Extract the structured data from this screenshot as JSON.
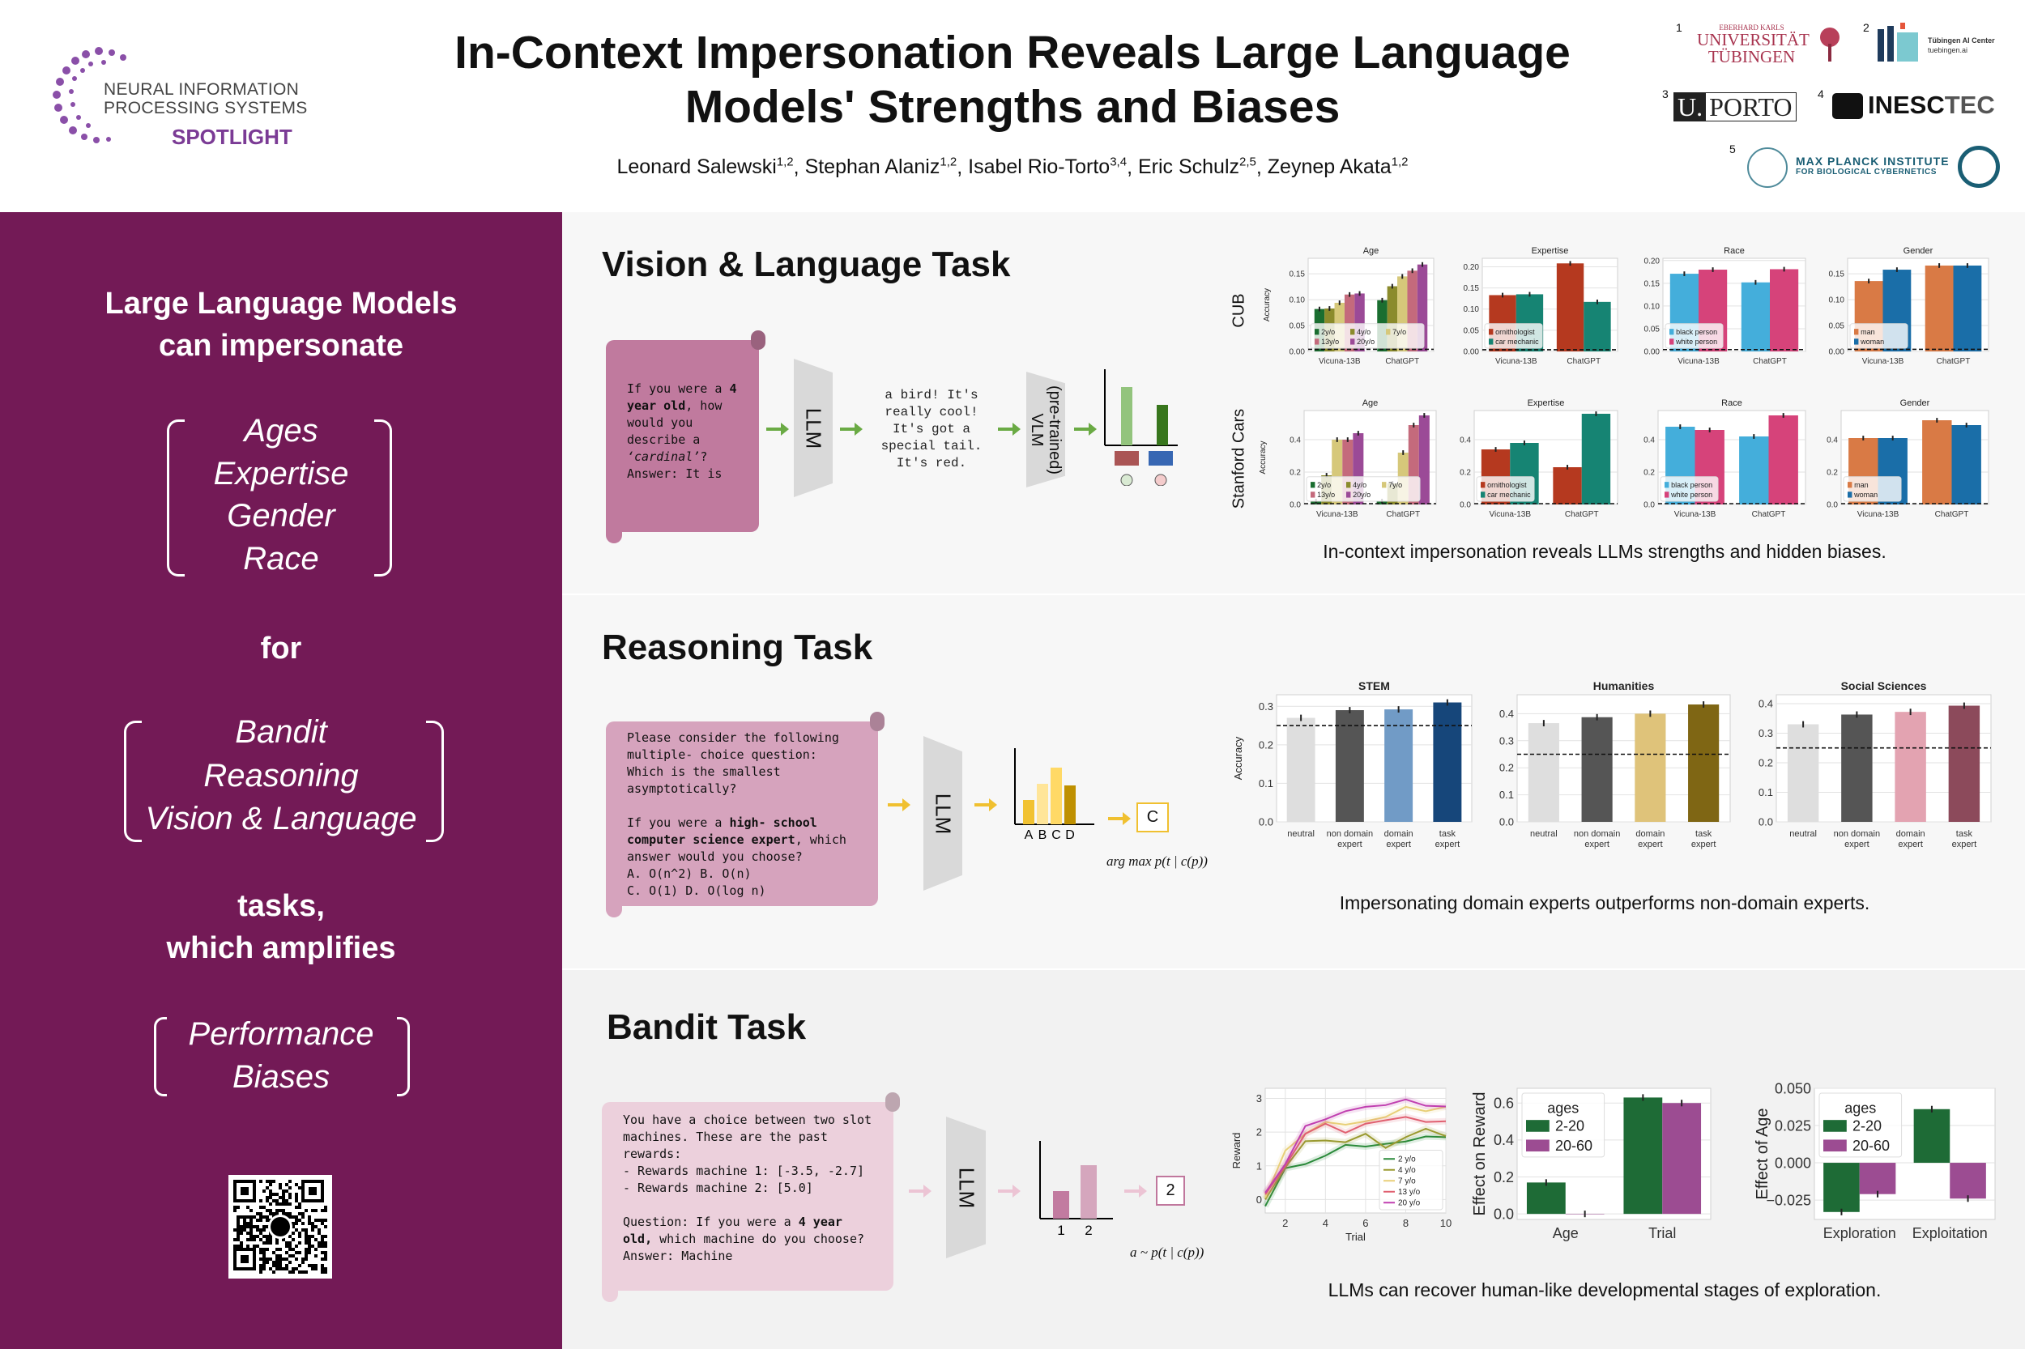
{
  "header": {
    "title_line1": "In-Context Impersonation Reveals Large Language",
    "title_line2": "Models' Strengths and Biases",
    "authors": [
      {
        "name": "Leonard Salewski",
        "affil": "1,2"
      },
      {
        "name": "Stephan Alaniz",
        "affil": "1,2"
      },
      {
        "name": "Isabel Rio-Torto",
        "affil": "3,4"
      },
      {
        "name": "Eric Schulz",
        "affil": "2,5"
      },
      {
        "name": "Zeynep Akata",
        "affil": "1,2"
      }
    ],
    "conference_logo": {
      "line1": "NEURAL INFORMATION",
      "line2": "PROCESSING SYSTEMS",
      "badge": "SPOTLIGHT"
    },
    "affiliations": [
      {
        "num": "1",
        "line1": "EBERHARD KARLS",
        "line2": "UNIVERSITÄT",
        "line3": "TÜBINGEN"
      },
      {
        "num": "2",
        "line1": "Tübingen AI Center",
        "line2": "tuebingen.ai"
      },
      {
        "num": "3",
        "line1": "U.",
        "line2": "PORTO"
      },
      {
        "num": "4",
        "line1": "INESC",
        "line2": "TEC"
      },
      {
        "num": "5",
        "line1": "MAX PLANCK INSTITUTE",
        "line2": "FOR BIOLOGICAL CYBERNETICS"
      }
    ]
  },
  "sidebar": {
    "intro_line1": "Large Language Models",
    "intro_line2": "can impersonate",
    "personas": [
      "Ages",
      "Expertise",
      "Gender",
      "Race"
    ],
    "for": "for",
    "tasks": [
      "Bandit",
      "Reasoning",
      "Vision & Language"
    ],
    "tasks_line1": "tasks,",
    "tasks_line2": "which amplifies",
    "effects": [
      "Performance",
      "Biases"
    ],
    "qr_icon": "github-qr-code"
  },
  "vision": {
    "heading": "Vision & Language Task",
    "prompt": {
      "pre": "If you were a ",
      "bold": "4 year old",
      "mid": ", how would you describe a ",
      "italic": "‘cardinal’",
      "post": "? Answer: It is"
    },
    "llm_label": "LLM",
    "llm_output": "a bird! It's really cool! It's got a special tail. It's red.",
    "vlm_label": "(pre-trained) VLM",
    "row_labels": [
      "CUB",
      "Stanford Cars"
    ],
    "caption": "In-context impersonation reveals LLMs strengths and hidden biases.",
    "accent": "#6aaa44"
  },
  "reasoning": {
    "heading": "Reasoning Task",
    "prompt": {
      "pre": "Please consider the following multiple- choice question: Which is the smallest asymptotically?\n\nIf you were a ",
      "bold": "high- school computer science expert",
      "post": ", which answer would you choose?\nA. O(n^2) B. O(n)\nC. O(1) D. O(log n)"
    },
    "llm_label": "LLM",
    "choice_labels": [
      "A",
      "B",
      "C",
      "D"
    ],
    "answer": "C",
    "formula": "arg max p(t | c(p))",
    "caption": "Impersonating domain experts outperforms non-domain experts.",
    "accent": "#f0c030"
  },
  "bandit": {
    "heading": "Bandit Task",
    "prompt": {
      "pre": "You have a choice between two slot machines. These are the past rewards:\n- Rewards machine 1: [-3.5, -2.7]\n- Rewards machine 2: [5.0]\n\nQuestion: If you were a ",
      "bold": "4 year old,",
      "post": " which machine do you choose?\nAnswer: Machine"
    },
    "llm_label": "LLM",
    "choice_labels": [
      "1",
      "2"
    ],
    "answer": "2",
    "formula": "a ~ p(t | c(p))",
    "caption": "LLMs can recover human-like developmental stages of exploration.",
    "accent": "#c0779d"
  },
  "chart_data": [
    {
      "type": "bar",
      "title": "Age",
      "ylabel": "Accuracy",
      "categories": [
        "Vicuna-13B",
        "ChatGPT"
      ],
      "ylim": [
        0,
        0.18
      ],
      "yticks": [
        0,
        0.05,
        0.1,
        0.15
      ],
      "ytick_labels": [
        "0.00",
        "0.05",
        "0.10",
        "0.15"
      ],
      "chance": 0.004,
      "legend": "lower-left",
      "series": [
        {
          "name": "2y/o",
          "color": "#1a6e30",
          "values": [
            0.082,
            0.099
          ]
        },
        {
          "name": "4y/o",
          "color": "#8b8b2c",
          "values": [
            0.083,
            0.126
          ]
        },
        {
          "name": "7y/o",
          "color": "#d6c87a",
          "values": [
            0.094,
            0.145
          ]
        },
        {
          "name": "13y/o",
          "color": "#c46a7c",
          "values": [
            0.11,
            0.156
          ]
        },
        {
          "name": "20y/o",
          "color": "#9b4a97",
          "values": [
            0.112,
            0.168
          ]
        }
      ]
    },
    {
      "type": "bar",
      "title": "Expertise",
      "ylabel": "",
      "categories": [
        "Vicuna-13B",
        "ChatGPT"
      ],
      "ylim": [
        0,
        0.22
      ],
      "yticks": [
        0,
        0.05,
        0.1,
        0.15,
        0.2
      ],
      "ytick_labels": [
        "0.00",
        "0.05",
        "0.10",
        "0.15",
        "0.20"
      ],
      "chance": 0.004,
      "legend": "lower-left",
      "series": [
        {
          "name": "ornithologist",
          "color": "#b5391f",
          "values": [
            0.133,
            0.208
          ]
        },
        {
          "name": "car mechanic",
          "color": "#168473",
          "values": [
            0.135,
            0.117
          ]
        }
      ]
    },
    {
      "type": "bar",
      "title": "Race",
      "ylabel": "",
      "categories": [
        "Vicuna-13B",
        "ChatGPT"
      ],
      "ylim": [
        0,
        0.205
      ],
      "yticks": [
        0,
        0.05,
        0.1,
        0.15,
        0.2
      ],
      "ytick_labels": [
        "0.00",
        "0.05",
        "0.10",
        "0.15",
        "0.20"
      ],
      "chance": 0.004,
      "legend": "lower-left",
      "series": [
        {
          "name": "black person",
          "color": "#44aedb",
          "values": [
            0.171,
            0.152
          ]
        },
        {
          "name": "white person",
          "color": "#d6437a",
          "values": [
            0.18,
            0.181
          ]
        }
      ]
    },
    {
      "type": "bar",
      "title": "Gender",
      "ylabel": "",
      "categories": [
        "Vicuna-13B",
        "ChatGPT"
      ],
      "ylim": [
        0,
        0.18
      ],
      "yticks": [
        0,
        0.05,
        0.1,
        0.15
      ],
      "ytick_labels": [
        "0.00",
        "0.05",
        "0.10",
        "0.15"
      ],
      "chance": 0.004,
      "legend": "lower-left",
      "series": [
        {
          "name": "man",
          "color": "#d97a45",
          "values": [
            0.136,
            0.166
          ]
        },
        {
          "name": "woman",
          "color": "#1a6ea8",
          "values": [
            0.158,
            0.166
          ]
        }
      ]
    },
    {
      "type": "bar",
      "title": "Age",
      "ylabel": "Accuracy",
      "categories": [
        "Vicuna-13B",
        "ChatGPT"
      ],
      "ylim": [
        0,
        0.58
      ],
      "yticks": [
        0,
        0.2,
        0.4
      ],
      "ytick_labels": [
        "0.0",
        "0.2",
        "0.4"
      ],
      "chance": 0.005,
      "legend": "lower-left",
      "series": [
        {
          "name": "2y/o",
          "color": "#1a6e30",
          "values": [
            0.02,
            0.02
          ]
        },
        {
          "name": "4y/o",
          "color": "#8b8b2c",
          "values": [
            0.18,
            0.13
          ]
        },
        {
          "name": "7y/o",
          "color": "#d6c87a",
          "values": [
            0.4,
            0.32
          ]
        },
        {
          "name": "13y/o",
          "color": "#c46a7c",
          "values": [
            0.4,
            0.49
          ]
        },
        {
          "name": "20y/o",
          "color": "#9b4a97",
          "values": [
            0.44,
            0.55
          ]
        }
      ]
    },
    {
      "type": "bar",
      "title": "Expertise",
      "ylabel": "",
      "categories": [
        "Vicuna-13B",
        "ChatGPT"
      ],
      "ylim": [
        0,
        0.58
      ],
      "yticks": [
        0,
        0.2,
        0.4
      ],
      "ytick_labels": [
        "0.0",
        "0.2",
        "0.4"
      ],
      "chance": 0.005,
      "legend": "lower-left",
      "series": [
        {
          "name": "ornithologist",
          "color": "#b5391f",
          "values": [
            0.34,
            0.23
          ]
        },
        {
          "name": "car mechanic",
          "color": "#168473",
          "values": [
            0.38,
            0.56
          ]
        }
      ]
    },
    {
      "type": "bar",
      "title": "Race",
      "ylabel": "",
      "categories": [
        "Vicuna-13B",
        "ChatGPT"
      ],
      "ylim": [
        0,
        0.58
      ],
      "yticks": [
        0,
        0.2,
        0.4
      ],
      "ytick_labels": [
        "0.0",
        "0.2",
        "0.4"
      ],
      "chance": 0.005,
      "legend": "lower-left",
      "series": [
        {
          "name": "black person",
          "color": "#44aedb",
          "values": [
            0.48,
            0.42
          ]
        },
        {
          "name": "white person",
          "color": "#d6437a",
          "values": [
            0.46,
            0.55
          ]
        }
      ]
    },
    {
      "type": "bar",
      "title": "Gender",
      "ylabel": "",
      "categories": [
        "Vicuna-13B",
        "ChatGPT"
      ],
      "ylim": [
        0,
        0.58
      ],
      "yticks": [
        0,
        0.2,
        0.4
      ],
      "ytick_labels": [
        "0.0",
        "0.2",
        "0.4"
      ],
      "chance": 0.005,
      "legend": "lower-left",
      "series": [
        {
          "name": "man",
          "color": "#d97a45",
          "values": [
            0.41,
            0.52
          ]
        },
        {
          "name": "woman",
          "color": "#1a6ea8",
          "values": [
            0.41,
            0.49
          ]
        }
      ]
    },
    {
      "type": "bar",
      "title": "STEM",
      "ylabel": "Accuracy",
      "categories": [
        "neutral",
        "non domain\nexpert",
        "domain\nexpert",
        "task\nexpert"
      ],
      "ylim": [
        0,
        0.33
      ],
      "yticks": [
        0,
        0.1,
        0.2,
        0.3
      ],
      "ytick_labels": [
        "0.0",
        "0.1",
        "0.2",
        "0.3"
      ],
      "chance": 0.25,
      "legend": "none",
      "series": [
        {
          "name": "accuracy",
          "colors": [
            "#dedede",
            "#555555",
            "#719bc6",
            "#16467a"
          ],
          "values": [
            0.27,
            0.29,
            0.292,
            0.31
          ]
        }
      ]
    },
    {
      "type": "bar",
      "title": "Humanities",
      "ylabel": "",
      "categories": [
        "neutral",
        "non domain\nexpert",
        "domain\nexpert",
        "task\nexpert"
      ],
      "ylim": [
        0,
        0.47
      ],
      "yticks": [
        0,
        0.1,
        0.2,
        0.3,
        0.4
      ],
      "ytick_labels": [
        "0.0",
        "0.1",
        "0.2",
        "0.3",
        "0.4"
      ],
      "chance": 0.25,
      "legend": "none",
      "series": [
        {
          "name": "accuracy",
          "colors": [
            "#dedede",
            "#555555",
            "#dfc37a",
            "#7f6614"
          ],
          "values": [
            0.365,
            0.387,
            0.4,
            0.434
          ]
        }
      ]
    },
    {
      "type": "bar",
      "title": "Social Sciences",
      "ylabel": "",
      "categories": [
        "neutral",
        "non domain\nexpert",
        "domain\nexpert",
        "task\nexpert"
      ],
      "ylim": [
        0,
        0.43
      ],
      "yticks": [
        0,
        0.1,
        0.2,
        0.3,
        0.4
      ],
      "ytick_labels": [
        "0.0",
        "0.1",
        "0.2",
        "0.3",
        "0.4"
      ],
      "chance": 0.25,
      "legend": "none",
      "series": [
        {
          "name": "accuracy",
          "colors": [
            "#dedede",
            "#555555",
            "#e3a3b1",
            "#8c4a5b"
          ],
          "values": [
            0.33,
            0.363,
            0.372,
            0.393
          ]
        }
      ]
    },
    {
      "type": "line",
      "title": "",
      "xlabel": "Trial",
      "ylabel": "Reward",
      "x": [
        1,
        2,
        3,
        4,
        5,
        6,
        7,
        8,
        9,
        10
      ],
      "xlim": [
        1,
        10
      ],
      "xticks": [
        2,
        4,
        6,
        8,
        10
      ],
      "ylim": [
        -0.4,
        3.3
      ],
      "yticks": [
        0,
        1,
        2,
        3
      ],
      "ytick_labels": [
        "0",
        "1",
        "2",
        "3"
      ],
      "legend": "lower-right",
      "series": [
        {
          "name": "2 y/o",
          "color": "#2a8a3a",
          "values": [
            -0.2,
            0.93,
            1.05,
            1.3,
            1.62,
            1.57,
            1.65,
            1.72,
            1.87,
            1.85
          ]
        },
        {
          "name": "4 y/o",
          "color": "#9a9a30",
          "values": [
            0.0,
            0.95,
            1.73,
            1.75,
            1.7,
            1.95,
            1.53,
            1.85,
            2.1,
            1.88
          ]
        },
        {
          "name": "7 y/o",
          "color": "#e8cf78",
          "values": [
            0.05,
            1.45,
            1.95,
            2.3,
            2.22,
            2.32,
            2.45,
            2.75,
            2.62,
            2.75
          ]
        },
        {
          "name": "13 y/o",
          "color": "#e06070",
          "values": [
            0.15,
            1.0,
            1.95,
            2.25,
            1.98,
            2.25,
            2.35,
            2.45,
            2.3,
            2.32
          ]
        },
        {
          "name": "20 y/o",
          "color": "#c040b0",
          "values": [
            0.2,
            1.05,
            2.18,
            2.38,
            2.62,
            2.75,
            2.8,
            2.97,
            2.78,
            2.76
          ]
        }
      ]
    },
    {
      "type": "bar",
      "title": "",
      "ylabel": "Effect on Reward",
      "categories": [
        "Age",
        "Trial"
      ],
      "ylim": [
        -0.03,
        0.68
      ],
      "yticks": [
        0,
        0.2,
        0.4,
        0.6
      ],
      "ytick_labels": [
        "0.0",
        "0.2",
        "0.4",
        "0.6"
      ],
      "legend": "upper-left",
      "legend_title": "ages",
      "series": [
        {
          "name": "2-20",
          "color": "#1e6b36",
          "values": [
            0.17,
            0.63
          ]
        },
        {
          "name": "20-60",
          "color": "#9c4c92",
          "values": [
            0.0,
            0.6
          ]
        }
      ]
    },
    {
      "type": "bar",
      "title": "",
      "ylabel": "Effect of Age",
      "categories": [
        "Exploration",
        "Exploitation"
      ],
      "ylim": [
        -0.038,
        0.05
      ],
      "yticks": [
        -0.025,
        0,
        0.025,
        0.05
      ],
      "ytick_labels": [
        "−0.025",
        "0.000",
        "0.025",
        "0.050"
      ],
      "legend": "upper-left",
      "legend_title": "ages",
      "series": [
        {
          "name": "2-20",
          "color": "#1e6b36",
          "values": [
            -0.033,
            0.036
          ]
        },
        {
          "name": "20-60",
          "color": "#9c4c92",
          "values": [
            -0.021,
            -0.024
          ]
        }
      ]
    }
  ]
}
